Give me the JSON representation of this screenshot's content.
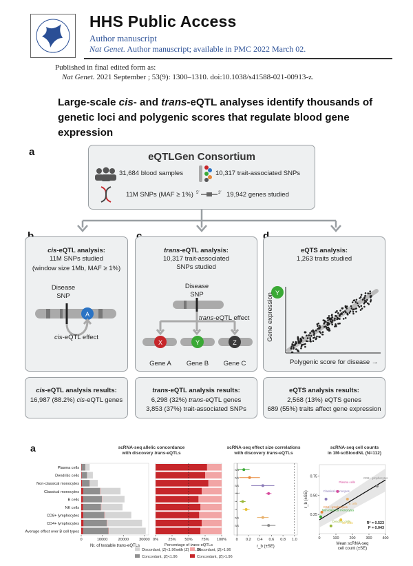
{
  "header": {
    "title": "HHS Public Access",
    "subtitle": "Author manuscript",
    "journal": "Nat Genet.",
    "availability": "Author manuscript; available in PMC 2022 March 02."
  },
  "publication": {
    "published_line": "Published in final edited form as:",
    "journal": "Nat Genet.",
    "citation": "2021 September ; 53(9): 1300–1310. doi:10.1038/s41588-021-00913-z."
  },
  "article": {
    "title_prefix": "Large-scale ",
    "title_cis": "cis",
    "title_mid": "- and ",
    "title_trans": "trans",
    "title_suffix": "-eQTL analyses identify thousands of genetic loci and polygenic scores that regulate blood gene expression"
  },
  "figure1": {
    "label_a": "a",
    "consortium": "eQTLGen Consortium",
    "stat1": "31,684 blood samples",
    "stat2": "10,317 trait-associated SNPs",
    "stat3": "11M SNPs (MAF ≥ 1%)",
    "stat4": "19,942 genes studied",
    "dna_left": "5′",
    "dna_right": "3′",
    "label_b": "b",
    "label_c": "c",
    "label_d": "d",
    "b_title_italic": "cis",
    "b_title_rest": "-eQTL analysis:",
    "b_line1": "11M SNPs studied",
    "b_line2": "(window size 1Mb, MAF ≥ 1%)",
    "b_snp_line1": "Disease",
    "b_snp_line2": "SNP",
    "b_gene": "A",
    "b_effect_italic": "cis",
    "b_effect_rest": "-eQTL effect",
    "c_title_italic": "trans",
    "c_title_rest": "-eQTL analysis:",
    "c_line1": "10,317 trait-associated",
    "c_line2": "SNPs studied",
    "c_snp_line1": "Disease",
    "c_snp_line2": "SNP",
    "c_effect_italic": "trans",
    "c_effect_rest": "-eQTL effect",
    "c_gene_x": "X",
    "c_gene_y": "Y",
    "c_gene_z": "Z",
    "c_gene_a": "Gene A",
    "c_gene_b": "Gene B",
    "c_gene_c": "Gene C",
    "d_title": "eQTS analysis:",
    "d_line1": "1,263 traits studied",
    "d_gene": "Y",
    "d_ylabel": "Gene expression",
    "d_xlabel": "Polygenic score for disease →",
    "rb_title_italic": "cis",
    "rb_title_rest": "-eQTL analysis results:",
    "rb_line1_num": "16,987 (88.2%) ",
    "rb_line1_italic": "cis",
    "rb_line1_rest": "-eQTL genes",
    "rc_title_italic": "trans",
    "rc_title_rest": "-eQTL analysis results:",
    "rc_line1_num": "6,298 (32%) ",
    "rc_line1_italic": "trans",
    "rc_line1_rest": "-eQTL genes",
    "rc_line2": "3,853 (37%) trait-associated SNPs",
    "rd_title": "eQTS analysis results:",
    "rd_line1": "2,568 (13%) eQTS genes",
    "rd_line2": "689 (55%) traits affect gene expression"
  },
  "colors": {
    "red": "#c6262a",
    "green": "#3aa935",
    "blue": "#2a73c4",
    "dark": "#3a3a3a",
    "box_bg": "#eef0f1",
    "box_border": "#9a9fa3"
  },
  "figure2": {
    "label_a": "a",
    "panel1_title": "scRNA-seq allelic concordance",
    "panel1_title2_pre": "with discovery ",
    "panel1_title2_it": "trans",
    "panel1_title2_post": "-eQTLs",
    "panel2_title": "scRNA-seq effect size correlations",
    "panel2_title2_pre": "with discovery ",
    "panel2_title2_it": "trans",
    "panel2_title2_post": "-eQTLs",
    "panel3_title": "scRNA-seq cell counts",
    "panel3_title2": "in 1M-scBloodNL (N=112)",
    "legend": {
      "discordant_low": "Discordant, |Z|<1.96",
      "discordant_high": "Discordant, |Z|>1.96",
      "concordant_low": "Concordant, |Z|<1.96",
      "concordant_high": "Concordant, |Z|>1.96"
    },
    "bar_xlabel_pre": "Nr. of testable ",
    "bar_xlabel_it": "trans",
    "bar_xlabel_post": "-eQTLs",
    "pct_xlabel_pre": "Percentage of ",
    "pct_xlabel_it": "trans",
    "pct_xlabel_post": "-eQTLs",
    "pct_xlabel2": "with |Z| > 1.96",
    "rb_xlabel": "r_b (±SE)",
    "cc_ylabel": "r_b (±SE)",
    "cc_xlabel": "Mean scRNA-seq",
    "cc_xlabel2": "cell count (±SE)",
    "cc_r2": "R² = 0.523",
    "cc_p": "P = 0.043",
    "cc_labels": [
      "Non-classical monocytes",
      "CD4+ lymphocytes",
      "Classical monocytes",
      "Plasma cells",
      "Dendritic cells",
      "NK cells",
      "B cells",
      "CD8+ lymphocytes"
    ]
  },
  "chart_data": [
    {
      "type": "bar",
      "orientation": "horizontal",
      "title": "scRNA-seq allelic concordance with discovery trans-eQTLs",
      "xlabel": "Nr. of testable trans-eQTLs",
      "categories": [
        "Plasma cells",
        "Dendritic cells",
        "Non-classical monocytes",
        "Classical monocytes",
        "B cells",
        "NK cells",
        "CD8+ lymphocytes",
        "CD4+ lymphocytes",
        "Average effect over B cell types"
      ],
      "xticks": [
        "0",
        "10000",
        "20000",
        "30000"
      ],
      "xlim": [
        0,
        32000
      ],
      "series": [
        {
          "name": "Concordant, |Z|>1.96",
          "values": [
            150,
            250,
            450,
            950,
            850,
            900,
            1000,
            1100,
            900
          ]
        },
        {
          "name": "Concordant, |Z|<1.96",
          "values": [
            1800,
            2500,
            3500,
            8000,
            9000,
            8500,
            10000,
            11000,
            12000
          ]
        },
        {
          "name": "Discordant, |Z|>1.96",
          "values": [
            50,
            80,
            120,
            200,
            200,
            200,
            250,
            250,
            200
          ]
        },
        {
          "name": "Discordant, |Z|<1.96",
          "values": [
            2000,
            2700,
            3800,
            9500,
            10500,
            10000,
            12500,
            16500,
            17500
          ]
        }
      ]
    },
    {
      "type": "bar",
      "orientation": "horizontal",
      "xlabel": "Percentage of trans-eQTLs with |Z| > 1.96",
      "categories": [
        "Plasma cells",
        "Dendritic cells",
        "Non-classical monocytes",
        "Classical monocytes",
        "B cells",
        "NK cells",
        "CD8+ lymphocytes",
        "CD4+ lymphocytes",
        "Average effect over B cell types"
      ],
      "xticks": [
        "0%",
        "25%",
        "50%",
        "75%",
        "100%"
      ],
      "xlim": [
        0,
        100
      ],
      "series": [
        {
          "name": "Concordant, |Z|>1.96",
          "values": [
            78,
            75,
            80,
            70,
            65,
            68,
            66,
            70,
            68
          ]
        },
        {
          "name": "Discordant, |Z|>1.96",
          "values": [
            22,
            25,
            20,
            30,
            35,
            32,
            34,
            30,
            32
          ]
        }
      ]
    },
    {
      "type": "scatter",
      "title": "scRNA-seq effect size correlations with discovery trans-eQTLs",
      "xlabel": "r_b (±SE)",
      "xticks": [
        "0",
        "0.2",
        "0.4",
        "0.6",
        "0.8",
        "1.0"
      ],
      "xlim": [
        -0.05,
        1.05
      ],
      "points": [
        {
          "y": "Plasma cells",
          "x": 0.12,
          "se": 0.1,
          "sig": "n/s",
          "color": "#3aa935"
        },
        {
          "y": "Dendritic cells",
          "x": 0.22,
          "se": 0.18,
          "sig": "n/s",
          "color": "#e8883a"
        },
        {
          "y": "Non-classical monocytes",
          "x": 0.45,
          "se": 0.2,
          "sig": "n/s",
          "color": "#8a7ab8"
        },
        {
          "y": "Classical monocytes",
          "x": 0.55,
          "se": 0.05,
          "sig": "****",
          "color": "#d64a9c"
        },
        {
          "y": "B cells",
          "x": 0.1,
          "se": 0.05,
          "sig": "**",
          "color": "#9ab83a"
        },
        {
          "y": "NK cells",
          "x": 0.16,
          "se": 0.06,
          "sig": "**",
          "color": "#e8c23a"
        },
        {
          "y": "CD8+ lymphocytes",
          "x": 0.45,
          "se": 0.1,
          "sig": "n/s",
          "color": "#e8b06a"
        },
        {
          "y": "CD4+ lymphocytes",
          "x": 0.55,
          "se": 0.12,
          "sig": "n/s",
          "color": "#888888"
        }
      ]
    },
    {
      "type": "scatter",
      "title": "scRNA-seq cell counts in 1M-scBloodNL (N=112)",
      "xlabel": "Mean scRNA-seq cell count (±SE)",
      "ylabel": "r_b (±SE)",
      "xticks": [
        "0",
        "100",
        "200",
        "300",
        "400"
      ],
      "yticks": [
        "0.25",
        "0.50",
        "0.75"
      ],
      "xlim": [
        0,
        400
      ],
      "ylim": [
        0,
        0.9
      ],
      "points": [
        {
          "name": "Plasma cells",
          "x": 8,
          "y": 0.22,
          "color": "#3aa935"
        },
        {
          "name": "Dendritic cells",
          "x": 15,
          "y": 0.28,
          "color": "#e8883a"
        },
        {
          "name": "Non-classical monocytes",
          "x": 40,
          "y": 0.45,
          "color": "#8a7ab8"
        },
        {
          "name": "Classical monocytes",
          "x": 110,
          "y": 0.55,
          "color": "#d64a9c"
        },
        {
          "name": "B cells",
          "x": 70,
          "y": 0.1,
          "color": "#9ab83a"
        },
        {
          "name": "NK cells",
          "x": 130,
          "y": 0.18,
          "color": "#e8c23a"
        },
        {
          "name": "CD8+ lymphocytes",
          "x": 170,
          "y": 0.45,
          "color": "#e8b06a"
        },
        {
          "name": "CD4+ lymphocytes",
          "x": 350,
          "y": 0.62,
          "color": "#888888"
        }
      ],
      "fit": {
        "r2": 0.523,
        "p": 0.043
      }
    }
  ]
}
